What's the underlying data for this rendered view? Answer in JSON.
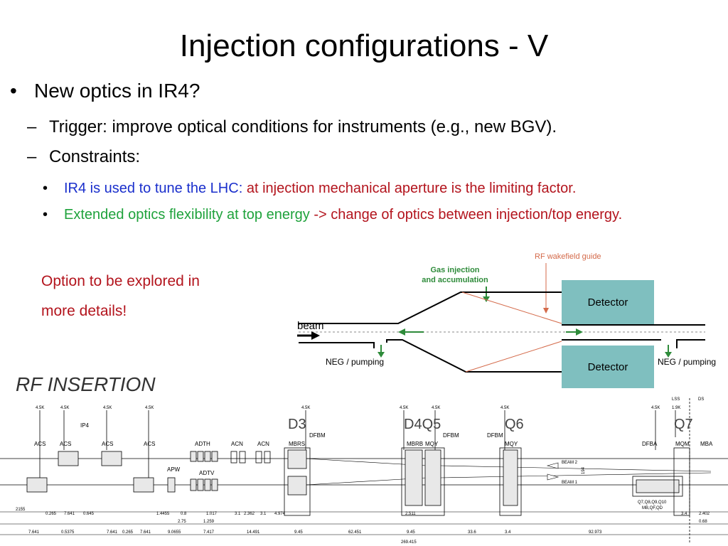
{
  "slide": {
    "title": "Injection configurations - V",
    "bullet1": {
      "marker": "•",
      "text": "New optics in IR4?"
    },
    "sub1": {
      "marker": "–",
      "text": "Trigger: improve optical conditions for instruments (e.g., new BGV)."
    },
    "sub2": {
      "marker": "–",
      "text": "Constraints:"
    },
    "item1": {
      "marker": "•",
      "part1": "IR4",
      "part2": " is used to tune the LHC",
      "part3": ": ",
      "part4": "at injection mechanical aperture is the limiting factor."
    },
    "item2": {
      "marker": "•",
      "part1": "Extended optics flexibility at top energy",
      "part2": " -> change of optics between injection/top energy."
    },
    "option": {
      "line1": "Option to be explored in",
      "line2": "more details!"
    }
  },
  "detector_figure": {
    "rf_guide": "RF wakefield guide",
    "gas_line1": "Gas injection",
    "gas_line2": "and accumulation",
    "detector_top": "Detector",
    "detector_bottom": "Detector",
    "beam": "beam",
    "neg_left": "NEG / pumping",
    "neg_right": "NEG / pumping",
    "colors": {
      "detector_fill": "#7fbfbf",
      "green": "#2e8b3a",
      "red_line": "#d46a4a"
    }
  },
  "rf_insertion": {
    "heading": "RF  INSERTION",
    "ip": "IP4",
    "temp": "4.5K",
    "labels": {
      "acs": "ACS",
      "apw": "APW",
      "adth": "ADTH",
      "adtv": "ADTV",
      "acn": "ACN",
      "d3": "D3",
      "mbrs": "MBRS",
      "dfbm": "DFBM",
      "d4q5": "D4Q5",
      "mbrb": "MBRB",
      "mqy": "MQY",
      "q6": "Q6",
      "q7": "Q7",
      "dfba": "DFBA",
      "mqm": "MQM",
      "mba": "MBA",
      "lss": "LSS",
      "ds": "DS",
      "temp19": "1.9K",
      "beam2": "BEAM 2",
      "beam1": "BEAM 1",
      "sep": "194",
      "q7box_line1": "Q7,Q8,Q9,Q10",
      "q7box_line2": "MB,QF,QD"
    },
    "dims_top": [
      "2155",
      "0.265",
      "7.641",
      "0.645",
      "1.4455",
      "0.8",
      "1.017",
      "3.1",
      "2.362",
      "3.1",
      "4.974",
      "2.511",
      "3.4",
      "2.402"
    ],
    "dims_mid": [
      "2.75",
      "1.259",
      "0.68"
    ],
    "dims_bottom": [
      "7.641",
      "0.5375",
      "7.641",
      "0.265",
      "7.641",
      "9.0655",
      "7.417",
      "14.491",
      "9.45",
      "62.451",
      "9.45",
      "33.6",
      "3.4",
      "92.973"
    ],
    "total": "269.415"
  }
}
